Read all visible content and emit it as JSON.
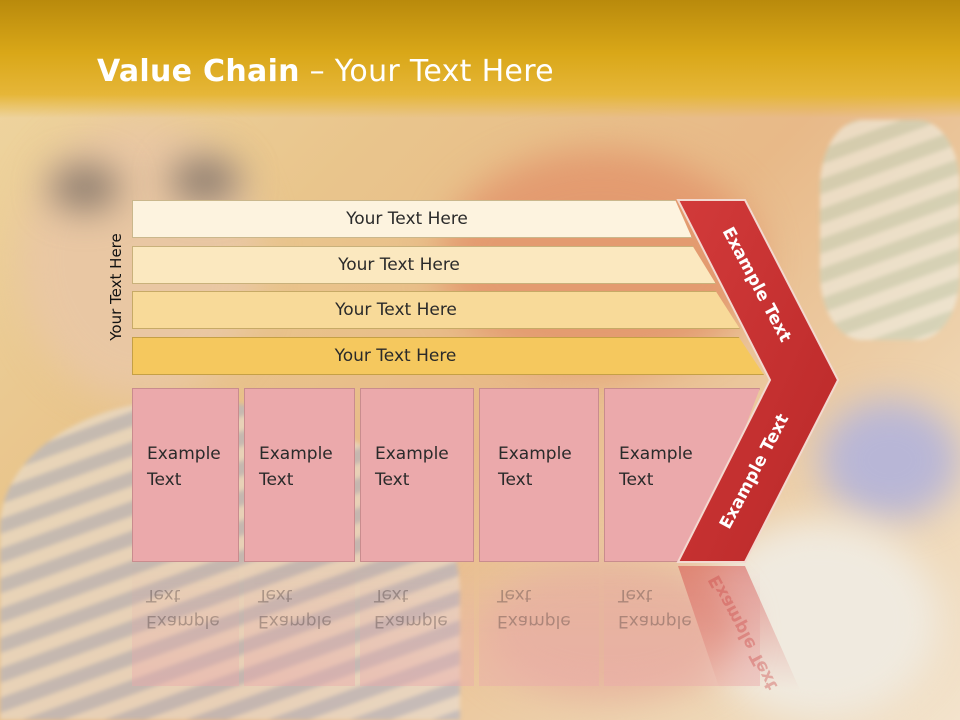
{
  "slide": {
    "title_bold": "Value Chain",
    "title_rest": " – Your Text Here",
    "side_label": "Your Text Here",
    "bands": [
      "Your Text Here",
      "Your Text Here",
      "Your Text Here",
      "Your Text Here"
    ],
    "boxes": [
      {
        "line1": "Example",
        "line2": "Text"
      },
      {
        "line1": "Example",
        "line2": "Text"
      },
      {
        "line1": "Example",
        "line2": "Text"
      },
      {
        "line1": "Example",
        "line2": "Text"
      },
      {
        "line1": "Example",
        "line2": "Text"
      }
    ],
    "arrow_upper_label": "Example Text",
    "arrow_lower_label": "Example Text",
    "colors": {
      "header": "#d9a718",
      "arrow": "#cc3333",
      "box": "#eba9ab",
      "band_1": "#fdf3df",
      "band_2": "#fbe8bf",
      "band_3": "#f8da99",
      "band_4": "#f5c85e"
    }
  }
}
